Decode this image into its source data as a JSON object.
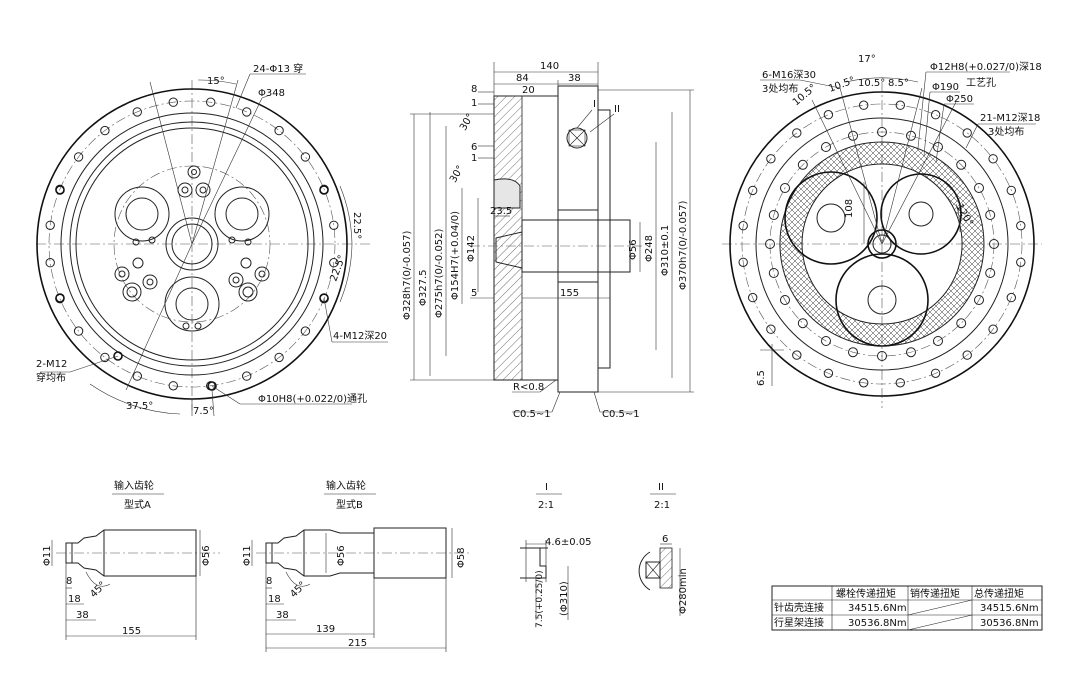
{
  "front_view": {
    "holes_through": "24-Φ13 穿",
    "pcd_348": "Φ348",
    "angle_15": "15°",
    "angle_22_5a": "22.5°",
    "angle_22_5b": "22.5°",
    "m12_deep": "4-M12深20",
    "m12_through_1": "2-M12",
    "m12_through_2": "穿均布",
    "angle_37_5": "37.5°",
    "angle_7_5": "7.5°",
    "pin_hole": "Φ10H8(+0.022/0)通孔"
  },
  "section_view": {
    "d140": "140",
    "d84": "84",
    "d38": "38",
    "d8": "8",
    "d20": "20",
    "d1a": "1",
    "ang30a": "30°",
    "d6": "6",
    "d1b": "1",
    "ang30b": "30°",
    "d23_5": "23.5",
    "d5": "5",
    "d155": "155",
    "r08": "R<0.8",
    "c05a": "C0.5~1",
    "c05b": "C0.5~1",
    "detail_I": "I",
    "detail_II": "II",
    "dia328": "Φ328h7(0/-0.057)",
    "dia327": "Φ327.5",
    "dia275": "Φ275h7(0/-0.052)",
    "dia154": "Φ154H7(+0.04/0)",
    "dia142": "Φ142",
    "dia56": "Φ56",
    "dia248": "Φ248",
    "dia310": "Φ310±0.1",
    "dia370": "Φ370h7(0/-0.057)"
  },
  "rear_view": {
    "m16": "6-M16深30",
    "m16b": "3处均布",
    "ang17": "17°",
    "ang10_5a": "10.5°",
    "ang10_5b": "10.5°",
    "ang10_5c": "10.5°",
    "ang8_5": "8.5°",
    "pin12": "Φ12H8(+0.027/0)深18",
    "craft": "工艺孔",
    "d190": "Φ190",
    "d250": "Φ250",
    "m12": "21-M12深18",
    "m12b": "3处均布",
    "d108": "108",
    "ang120": "120°",
    "d6_5": "6.5"
  },
  "gear_a": {
    "title": "输入齿轮",
    "subtitle": "型式A",
    "d11": "Φ11",
    "d56": "Φ56",
    "d8": "8",
    "d18": "18",
    "d38": "38",
    "ang45": "45°",
    "d155": "155"
  },
  "gear_b": {
    "title": "输入齿轮",
    "subtitle": "型式B",
    "d11": "Φ11",
    "d56": "Φ56",
    "d58": "Φ58",
    "d8": "8",
    "d18": "18",
    "d38": "38",
    "ang45": "45°",
    "d139": "139",
    "d215": "215"
  },
  "detail_I": {
    "title": "I",
    "scale": "2:1",
    "d46": "4.6±0.05",
    "d310": "(Φ310)",
    "d75": "7.5(+0.25/0)"
  },
  "detail_II": {
    "title": "II",
    "scale": "2:1",
    "d6": "6",
    "d280": "Φ280min"
  },
  "torque_table": {
    "headers": [
      "",
      "螺栓传递扭矩",
      "销传递扭矩",
      "总传递扭矩"
    ],
    "rows": [
      [
        "针齿壳连接",
        "34515.6Nm",
        "",
        "34515.6Nm"
      ],
      [
        "行星架连接",
        "30536.8Nm",
        "",
        "30536.8Nm"
      ]
    ]
  }
}
